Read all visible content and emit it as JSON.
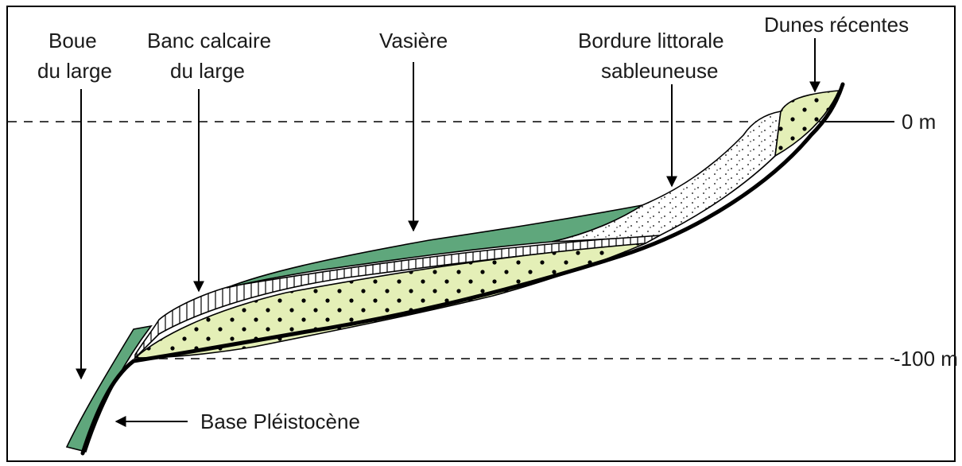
{
  "labels": {
    "boue_line1": "Boue",
    "boue_line2": "du large",
    "banc_line1": "Banc calcaire",
    "banc_line2": "du large",
    "vasiere": "Vasière",
    "bordure_line1": "Bordure littorale",
    "bordure_line2": "sableuneuse",
    "dunes": "Dunes récentes",
    "level_0": "0 m",
    "level_100": "-100 m",
    "base": "Base Pléistocène"
  },
  "colors": {
    "mud_green": "#5fa77c",
    "sand_yellow": "#e4efb7",
    "white_sand": "#ffffff",
    "outline": "#000000"
  }
}
